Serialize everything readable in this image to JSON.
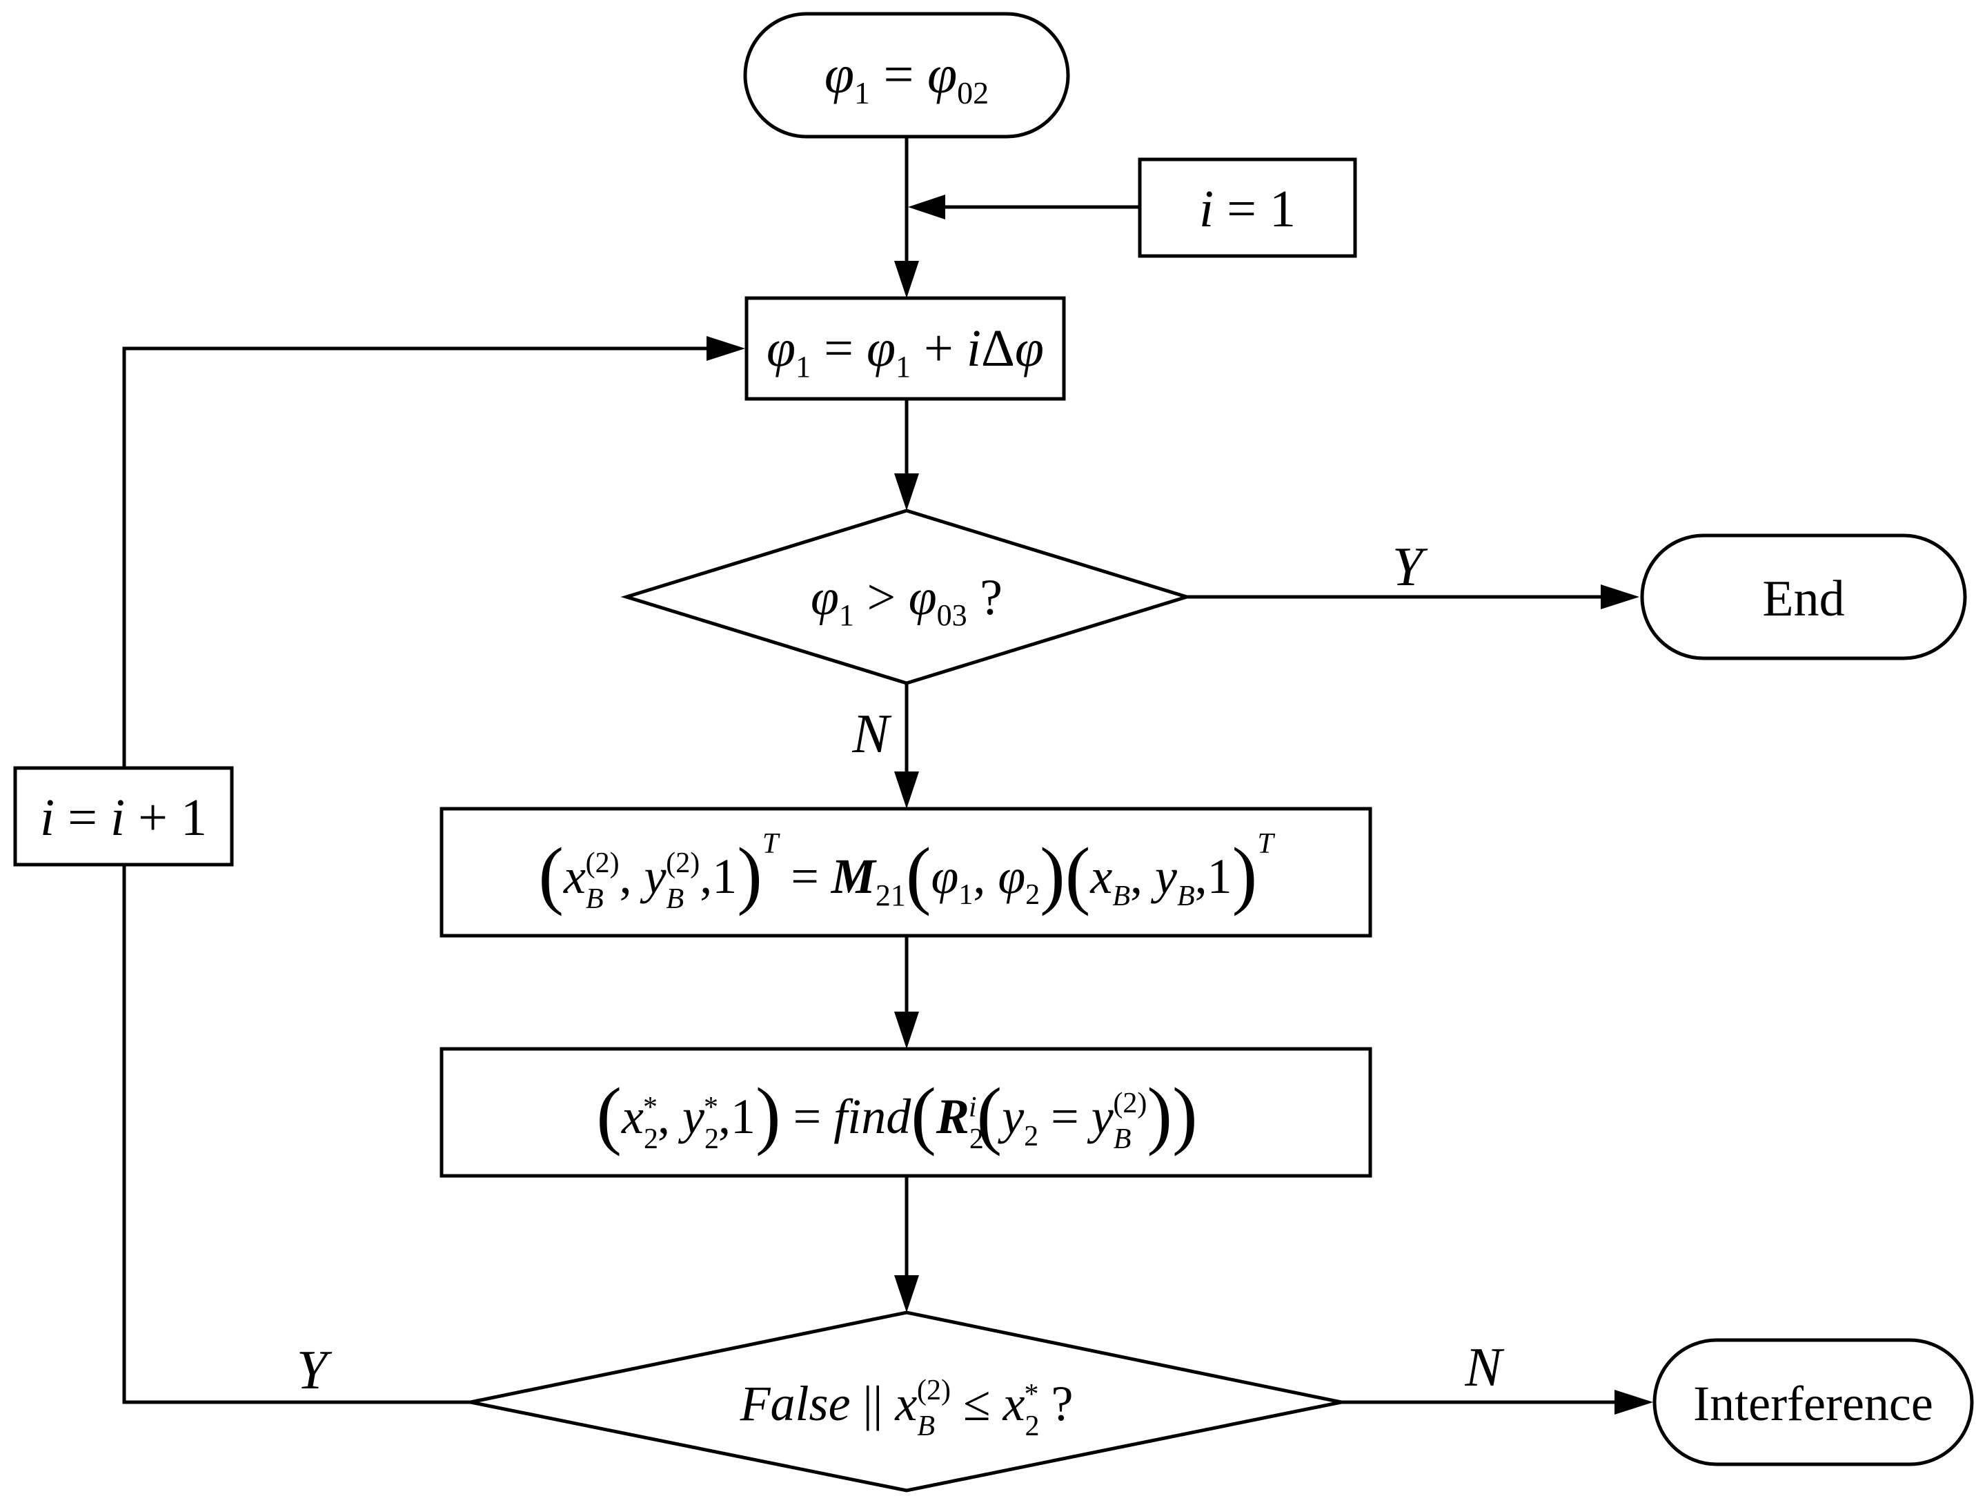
{
  "nodes": {
    "start": "φ1 = φ02",
    "init_i": "i = 1",
    "update_phi": "φ1 = φ1 + iΔφ",
    "check_end": "φ1 > φ03 ?",
    "end": "End",
    "increment_i": "i = i + 1",
    "transform": "(xB(2), yB(2), 1)T = M21(φ1, φ2)(xB, yB, 1)T",
    "find": "(x2*, y2*, 1) = find(R2i(y2 = yB(2)))",
    "check_interference": "False || xB(2) ≤ x2* ?",
    "interference": "Interference"
  },
  "edge_labels": {
    "check_end_yes": "Y",
    "check_end_no": "N",
    "check_interference_yes": "Y",
    "check_interference_no": "N"
  },
  "colors": {
    "stroke": "#000000",
    "background": "#ffffff"
  }
}
